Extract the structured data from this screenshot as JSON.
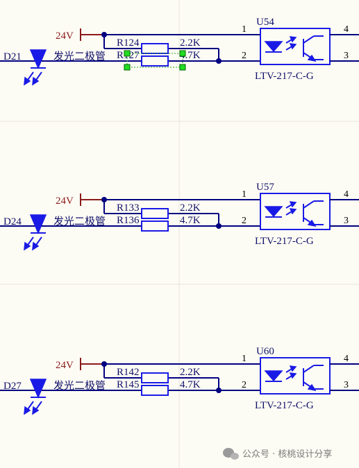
{
  "colors": {
    "background": "#fdfcf4",
    "wire": "#000080",
    "device": "#1a1ae6",
    "power": "#8b1a1a",
    "selection": "#22dd22"
  },
  "blocks": [
    {
      "diode": {
        "ref": "D21",
        "label": "发光二极管"
      },
      "power": {
        "label": "24V"
      },
      "resistors": [
        {
          "ref": "R124",
          "value": "2.2K"
        },
        {
          "ref": "R127",
          "value": "4.7K",
          "selected": true
        }
      ],
      "opto": {
        "ref": "U54",
        "part": "LTV-217-C-G",
        "pins": [
          "1",
          "2",
          "3",
          "4"
        ]
      }
    },
    {
      "diode": {
        "ref": "D24",
        "label": "发光二极管"
      },
      "power": {
        "label": "24V"
      },
      "resistors": [
        {
          "ref": "R133",
          "value": "2.2K"
        },
        {
          "ref": "R136",
          "value": "4.7K"
        }
      ],
      "opto": {
        "ref": "U57",
        "part": "LTV-217-C-G",
        "pins": [
          "1",
          "2",
          "3",
          "4"
        ]
      }
    },
    {
      "diode": {
        "ref": "D27",
        "label": "发光二极管"
      },
      "power": {
        "label": "24V"
      },
      "resistors": [
        {
          "ref": "R142",
          "value": "2.2K"
        },
        {
          "ref": "R145",
          "value": "4.7K"
        }
      ],
      "opto": {
        "ref": "U60",
        "part": "LTV-217-C-G",
        "pins": [
          "1",
          "2",
          "3",
          "4"
        ]
      }
    }
  ],
  "watermark": {
    "text": "公众号 · 核桃设计分享",
    "icon": "wechat-icon"
  }
}
